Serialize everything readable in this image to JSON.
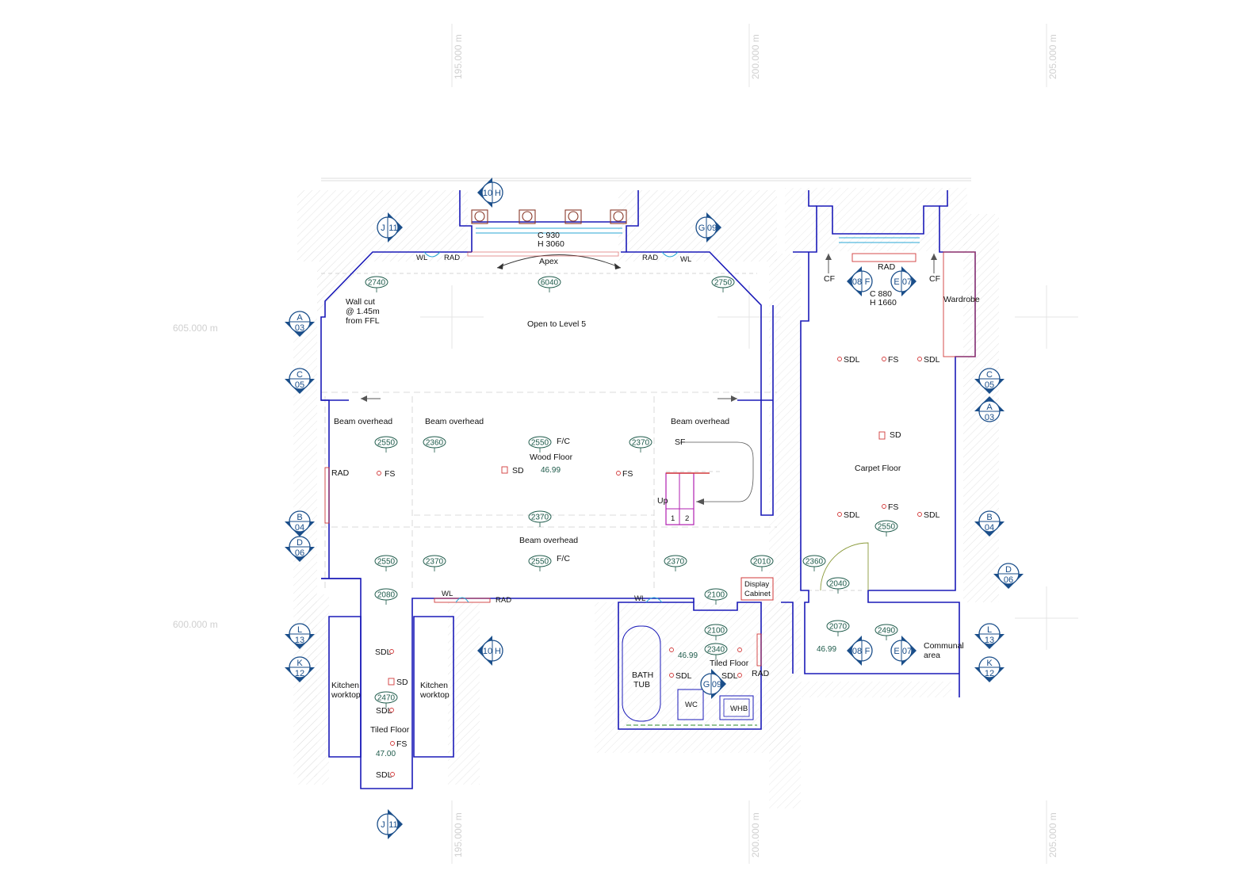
{
  "grid": {
    "coords_top": [
      "195.000 m",
      "200.000 m",
      "205.000 m"
    ],
    "coords_bottom": [
      "195.000 m",
      "200.000 m",
      "205.000 m"
    ],
    "coords_left": [
      "605.000 m",
      "600.000 m"
    ]
  },
  "section_tags": [
    {
      "id": "tag-10h-top",
      "top": "10",
      "bot": "H"
    },
    {
      "id": "tag-j11-top",
      "top": "J",
      "bot": "11"
    },
    {
      "id": "tag-g09-top",
      "top": "G",
      "bot": "09"
    },
    {
      "id": "tag-a03-left",
      "top": "A",
      "bot": "03"
    },
    {
      "id": "tag-c05-left",
      "top": "C",
      "bot": "05"
    },
    {
      "id": "tag-b04-left",
      "top": "B",
      "bot": "04"
    },
    {
      "id": "tag-d06-left",
      "top": "D",
      "bot": "06"
    },
    {
      "id": "tag-l13-left",
      "top": "L",
      "bot": "13"
    },
    {
      "id": "tag-k12-left",
      "top": "K",
      "bot": "12"
    },
    {
      "id": "tag-10h-mid",
      "top": "10",
      "bot": "H"
    },
    {
      "id": "tag-j11-bot",
      "top": "J",
      "bot": "11"
    },
    {
      "id": "tag-g09-bath",
      "top": "G",
      "bot": "09"
    },
    {
      "id": "tag-08f-top",
      "top": "08",
      "bot": "F"
    },
    {
      "id": "tag-e07-top",
      "top": "E",
      "bot": "07"
    },
    {
      "id": "tag-08f-bot",
      "top": "08",
      "bot": "F"
    },
    {
      "id": "tag-e07-bot",
      "top": "E",
      "bot": "07"
    },
    {
      "id": "tag-c05-right",
      "top": "C",
      "bot": "05"
    },
    {
      "id": "tag-a03-right",
      "top": "A",
      "bot": "03"
    },
    {
      "id": "tag-b04-right",
      "top": "B",
      "bot": "04"
    },
    {
      "id": "tag-d06-right",
      "top": "D",
      "bot": "06"
    },
    {
      "id": "tag-l13-right",
      "top": "L",
      "bot": "13"
    },
    {
      "id": "tag-k12-right",
      "top": "K",
      "bot": "12"
    }
  ],
  "heights": [
    "2740",
    "6040",
    "2750",
    "2550",
    "2360",
    "2550",
    "2370",
    "2370",
    "2550",
    "2370",
    "2550",
    "2370",
    "2010",
    "2360",
    "2080",
    "2100",
    "2100",
    "2340",
    "2470",
    "2040",
    "2070",
    "2490",
    "2550"
  ],
  "labels": {
    "window_c930": "C  930",
    "window_h3060": "H  3060",
    "apex": "Apex",
    "wl_left": "WL",
    "rad_left": "RAD",
    "rad_right": "RAD",
    "wl_right": "WL",
    "wall_cut_1": "Wall cut",
    "wall_cut_2": "@ 1.45m",
    "wall_cut_3": "from FFL",
    "open_to_level": "Open to Level 5",
    "beam1": "Beam overhead",
    "beam2": "Beam overhead",
    "beam3": "Beam overhead",
    "beam4": "Beam overhead",
    "fc1": "F/C",
    "fc2": "F/C",
    "wood_floor": "Wood Floor",
    "level_wood": "46.99",
    "sd_main": "SD",
    "fs_left": "FS",
    "fs_main": "FS",
    "rad_main": "RAD",
    "sf": "SF",
    "up": "Up",
    "step1": "1",
    "step2": "2",
    "wl_bot1": "WL",
    "rad_bot": "RAD",
    "wl_bot2": "WL",
    "display_1": "Display",
    "display_2": "Cabinet",
    "kitchen_l1": "Kitchen",
    "kitchen_l2": "worktop",
    "kitchen_r1": "Kitchen",
    "kitchen_r2": "worktop",
    "sdl_k1": "SDL",
    "sd_k": "SD",
    "sdl_k2": "SDL",
    "tiled_floor_k": "Tiled Floor",
    "fs_k": "FS",
    "level_k": "47.00",
    "sdl_k3": "SDL",
    "bath_1": "BATH",
    "bath_2": "TUB",
    "level_bath": "46.99",
    "sdl_bath1": "SDL",
    "tiled_floor_b": "Tiled Floor",
    "sdl_bath2": "SDL",
    "rad_bath": "RAD",
    "wc": "WC",
    "whb": "WHB",
    "cf_left": "CF",
    "cf_right": "CF",
    "rad_bed": "RAD",
    "window2_c": "C  880",
    "window2_h": "H  1660",
    "wardrobe": "Wardrobe",
    "sdl_b1": "SDL",
    "fs_b1": "FS",
    "sdl_b2": "SDL",
    "sd_bed": "SD",
    "carpet_floor": "Carpet Floor",
    "fs_b2": "FS",
    "sdl_b3": "SDL",
    "sdl_b4": "SDL",
    "level_comm": "46.99",
    "communal_1": "Communal",
    "communal_2": "area"
  }
}
